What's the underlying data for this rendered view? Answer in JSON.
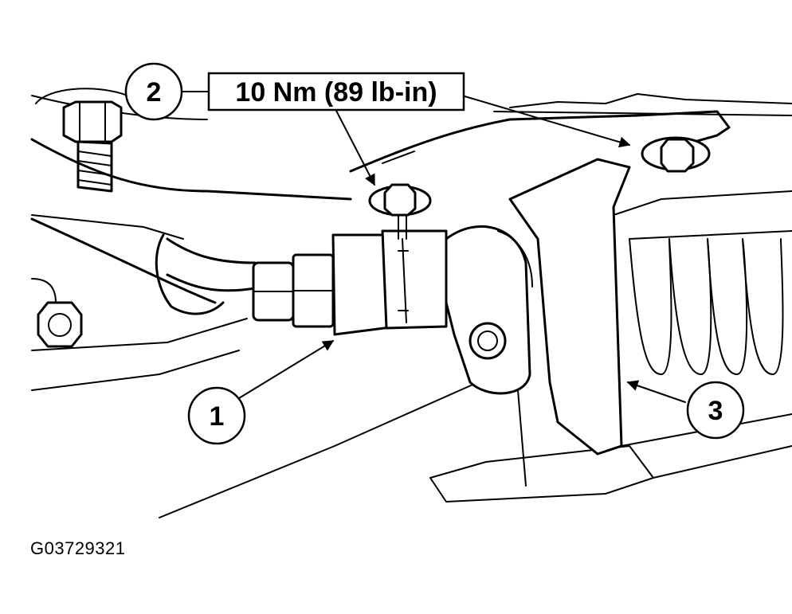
{
  "callouts": {
    "c1": "1",
    "c2": "2",
    "c3": "3"
  },
  "torque_spec": "10 Nm (89 lb-in)",
  "figure_id": "G03729321"
}
